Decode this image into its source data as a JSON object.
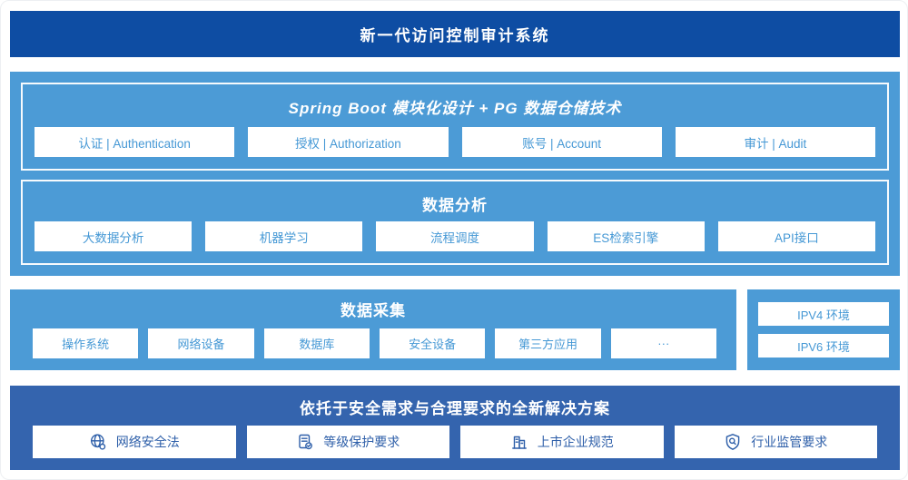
{
  "colors": {
    "header_bg": "#0e4da3",
    "section_bg": "#4c9bd6",
    "solution_bg": "#3464ae",
    "item_text": "#4598d5",
    "solution_item_text": "#2e5fa9",
    "white": "#ffffff"
  },
  "header": {
    "title": "新一代访问控制审计系统"
  },
  "platform": {
    "spring_boot": {
      "title": "Spring Boot 模块化设计 + PG 数据仓储技术",
      "items": [
        "认证 | Authentication",
        "授权 | Authorization",
        "账号 | Account",
        "审计 | Audit"
      ]
    },
    "data_analysis": {
      "title": "数据分析",
      "items": [
        "大数据分析",
        "机器学习",
        "流程调度",
        "ES检索引擎",
        "API接口"
      ]
    }
  },
  "data_collection": {
    "title": "数据采集",
    "items": [
      "操作系统",
      "网络设备",
      "数据库",
      "安全设备",
      "第三方应用",
      "···"
    ]
  },
  "environments": {
    "items": [
      "IPV4 环境",
      "IPV6 环境"
    ]
  },
  "solution": {
    "title": "依托于安全需求与合理要求的全新解决方案",
    "items": [
      {
        "icon": "globe-icon",
        "label": "网络安全法"
      },
      {
        "icon": "document-check-icon",
        "label": "等级保护要求"
      },
      {
        "icon": "buildings-icon",
        "label": "上市企业规范"
      },
      {
        "icon": "shield-magnifier-icon",
        "label": "行业监管要求"
      }
    ]
  }
}
